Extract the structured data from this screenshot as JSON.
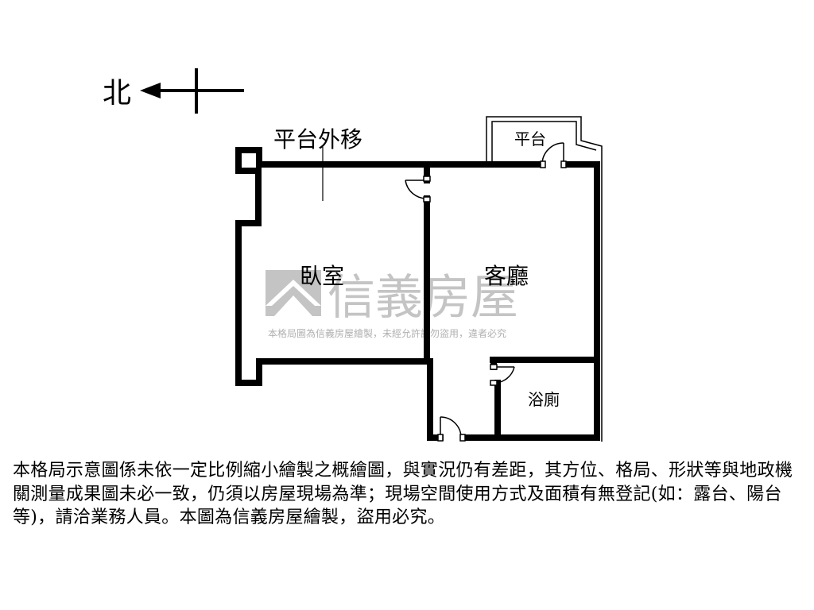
{
  "compass": {
    "north_label": "北"
  },
  "rooms": {
    "platform_moved": "平台外移",
    "platform": "平台",
    "bedroom": "臥室",
    "living_room": "客廳",
    "bathroom": "浴廁"
  },
  "watermark": {
    "brand": "信義房屋",
    "notice": "本格局圖為信義房屋繪製，未經允許請勿盜用，違者必究",
    "color": "#bdbdbd"
  },
  "disclaimer": "本格局示意圖係未依一定比例縮小繪製之概繪圖，與實況仍有差距，其方位、格局、形狀等與地政機關測量成果圖未必一致，仍須以房屋現場為準；現場空間使用方式及面積有無登記(如：露台、陽台等)，請洽業務人員。本圖為信義房屋繪製，盜用必究。"
}
